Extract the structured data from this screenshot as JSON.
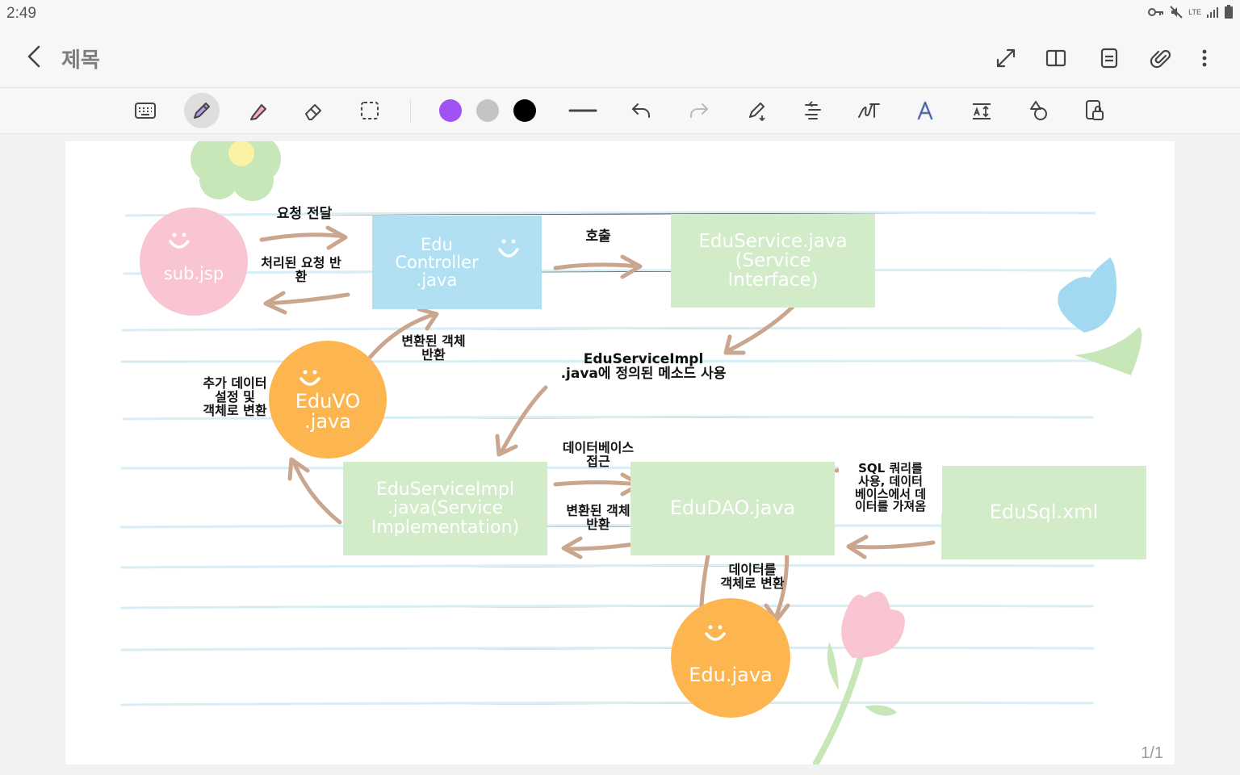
{
  "status": {
    "time": "2:49",
    "network": "LTE"
  },
  "header": {
    "title": "제목"
  },
  "toolbar": {
    "colors": [
      "#a052f2",
      "#c4c4c4",
      "#000000"
    ]
  },
  "diagram": {
    "nodes": {
      "sub_jsp": "sub.jsp",
      "edu_controller": "Edu\nController\n.java",
      "edu_service": "EduService.java\n(Service\nInterface)",
      "edu_vo": "EduVO\n.java",
      "edu_service_impl": "EduServiceImpl\n.java(Service\nImplementation)",
      "edu_dao": "EduDAO.java",
      "edu_sql": "EduSql.xml",
      "edu_java": "Edu.java"
    },
    "labels": {
      "request_forward": "요청 전달",
      "processed_request": "처리된 요청 반\n환",
      "call": "호출",
      "converted_object_return_1": "변환된 객체\n반환",
      "add_data_convert": "추가 데이터\n설정 및\n객체로 변환",
      "service_impl_method": "EduServiceImpl\n.java에 정의된 메소드 사용",
      "db_access": "데이터베이스\n접근",
      "converted_object_return_2": "변환된 객체\n반환",
      "sql_query": "SQL 쿼리를\n사용, 데이터\n베이스에서 데\n이터를 가져옴",
      "data_to_object": "데이터를\n객체로 변환"
    }
  },
  "page_indicator": "1/1"
}
